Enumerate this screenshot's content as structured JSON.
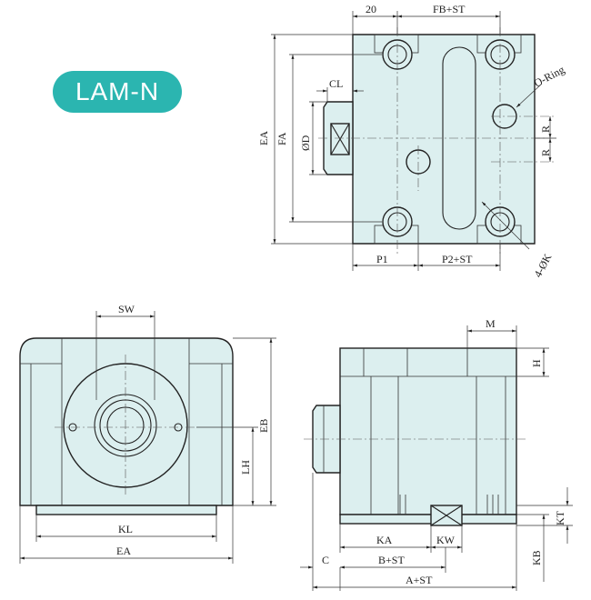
{
  "title": "LAM-N",
  "labels": {
    "top_20": "20",
    "fb_st": "FB+ST",
    "o_ring": "O-Ring",
    "cl": "CL",
    "ea_left": "EA",
    "fa": "FA",
    "od": "ØD",
    "r_upper": "R",
    "r_lower": "R",
    "hole_spec": "4-ØK",
    "p1": "P1",
    "p2_st": "P2+ST",
    "sw": "SW",
    "eb": "EB",
    "lh": "LH",
    "kl": "KL",
    "ea_bottom": "EA",
    "m": "M",
    "h": "H",
    "kt": "KT",
    "kb": "KB",
    "ka": "KA",
    "kw": "KW",
    "b_st": "B+ST",
    "c": "C",
    "a_st": "A+ST"
  },
  "colors": {
    "badge": "#2bb5b0",
    "part_fill": "#dcefef",
    "line": "#222222"
  }
}
